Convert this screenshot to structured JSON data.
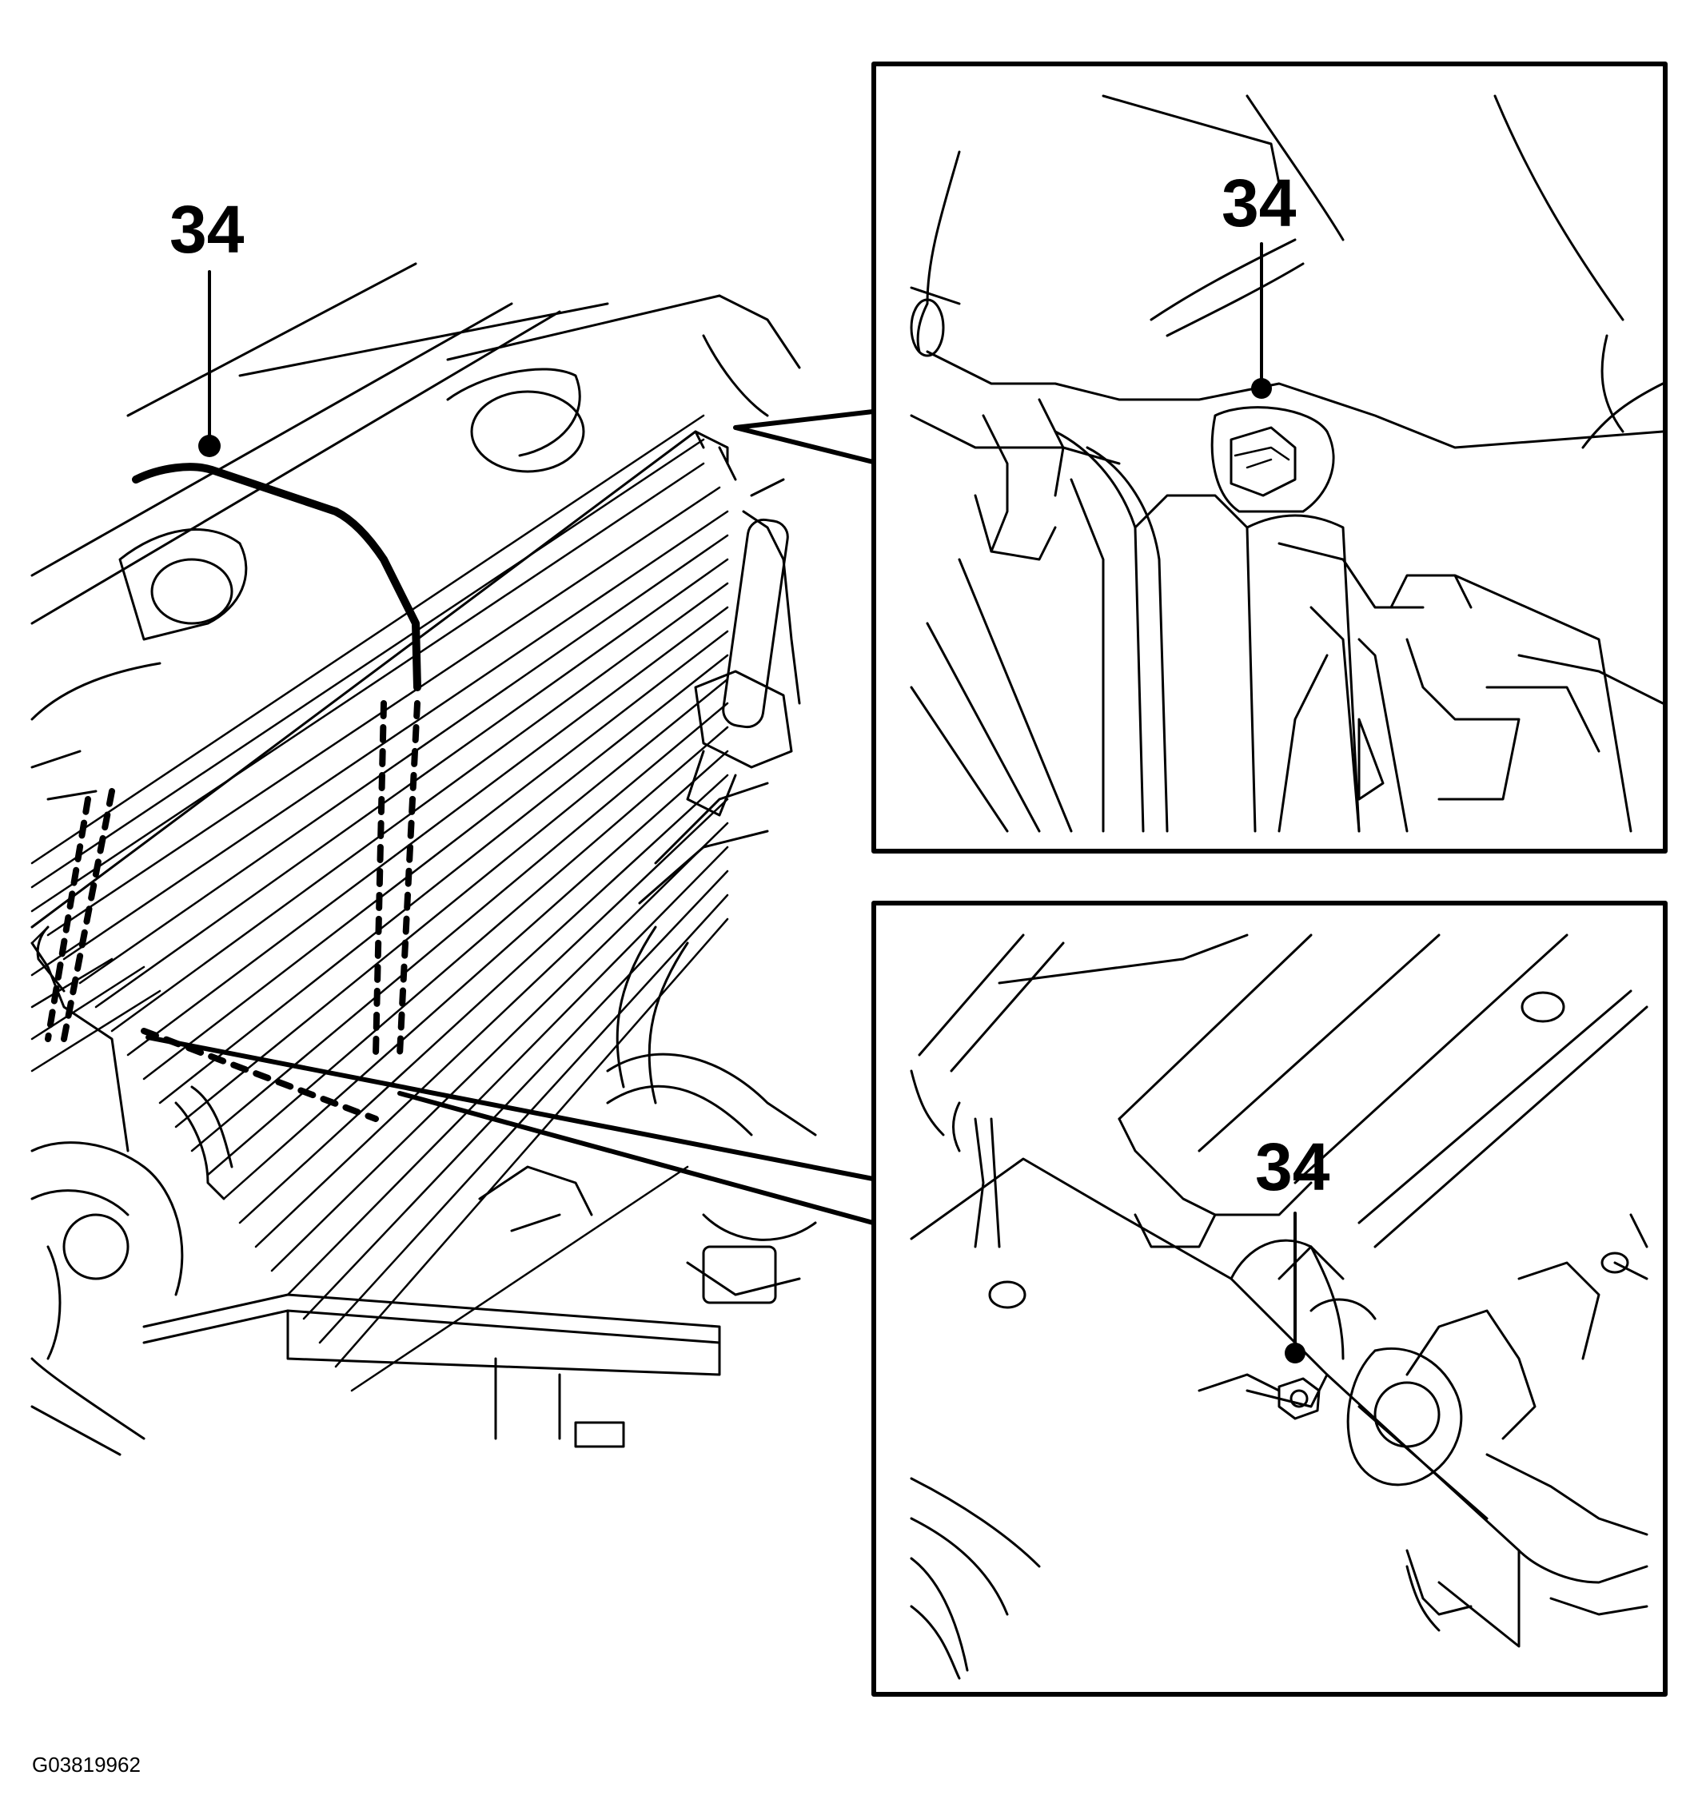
{
  "callouts": {
    "main": "34",
    "upper_inset": "34",
    "lower_inset": "34"
  },
  "figure_code": "G03819962",
  "colors": {
    "ink": "#000000",
    "paper": "#ffffff"
  }
}
